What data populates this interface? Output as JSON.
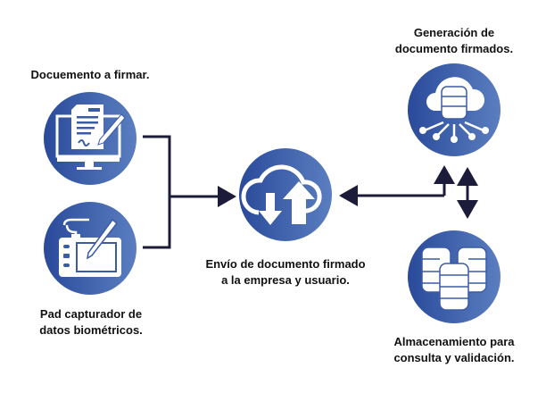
{
  "nodes": {
    "document": {
      "label": "Docuemento a firmar."
    },
    "pad": {
      "label_line1": "Pad capturador de",
      "label_line2": "datos biométricos."
    },
    "send": {
      "label_line1": "Envío de documento firmado",
      "label_line2": "a la empresa y usuario."
    },
    "generation": {
      "label_line1": "Generación de",
      "label_line2": "documento firmados."
    },
    "storage": {
      "label_line1": "Almacenamiento para",
      "label_line2": "consulta y validación."
    }
  },
  "colors": {
    "circle_start": "#2a4a9a",
    "circle_end": "#5a7ec0",
    "connector": "#1c1c3a"
  }
}
